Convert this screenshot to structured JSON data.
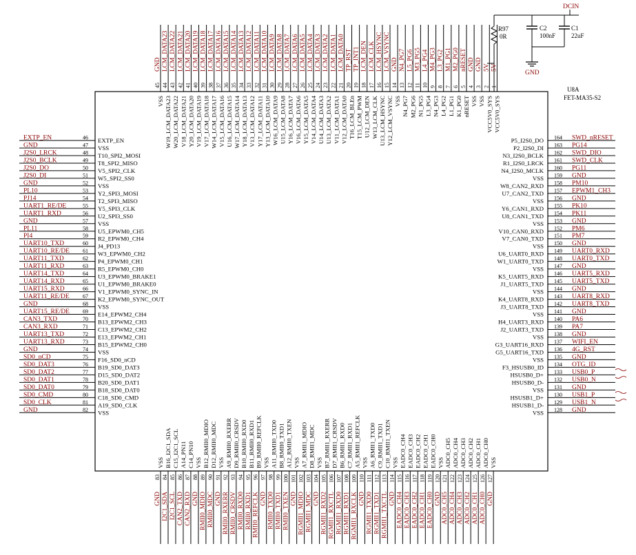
{
  "component": {
    "ref": "U8A",
    "part": "FET-MA35-S2"
  },
  "power": {
    "dcin_label": "DCIN",
    "r97_ref": "R97",
    "r97_val": "0R",
    "c2_ref": "C2",
    "c2_val": "100nF",
    "c1_ref": "C1",
    "c1_val": "22uF",
    "gnd_label": "GND"
  },
  "left_pins": [
    {
      "num": "46",
      "name": "EXTP_EN",
      "net": "EXTP_EN"
    },
    {
      "num": "47",
      "name": "VSS",
      "net": "GND"
    },
    {
      "num": "48",
      "name": "T10_SPI2_MOSI",
      "net": "J2S0_LRCK"
    },
    {
      "num": "49",
      "name": "T8_SPI2_MISO",
      "net": "J2S0_BCLK"
    },
    {
      "num": "50",
      "name": "V5_SPI2_CLK",
      "net": "J2S0_DO"
    },
    {
      "num": "51",
      "name": "W5_SPI2_SS0",
      "net": "J2S0_DI"
    },
    {
      "num": "52",
      "name": "VSS",
      "net": "GND"
    },
    {
      "num": "53",
      "name": "Y2_SPI3_MOSI",
      "net": "PL10"
    },
    {
      "num": "54",
      "name": "T2_SPI3_MISO",
      "net": "PJ14"
    },
    {
      "num": "55",
      "name": "Y5_SPI3_CLK",
      "net": "UART1_RE/DE"
    },
    {
      "num": "56",
      "name": "U2_SPI3_SS0",
      "net": "UART1_RXD"
    },
    {
      "num": "57",
      "name": "VSS",
      "net": "GND"
    },
    {
      "num": "58",
      "name": "U5_EPWM0_CH5",
      "net": "PL11"
    },
    {
      "num": "59",
      "name": "R2_EPWM0_CH4",
      "net": "PI4"
    },
    {
      "num": "60",
      "name": "J4_PD13",
      "net": "UART10_TXD"
    },
    {
      "num": "61",
      "name": "W3_EPWM0_CH2",
      "net": "UART10_RE/DE"
    },
    {
      "num": "62",
      "name": "P4_EPWM0_CH1",
      "net": "UART11_TXD"
    },
    {
      "num": "63",
      "name": "R5_EPWM0_CH0",
      "net": "UART11_RXD"
    },
    {
      "num": "64",
      "name": "U3_EPWM0_BRAKE1",
      "net": "UART14_TXD"
    },
    {
      "num": "65",
      "name": "U1_EPWM0_BRAKE0",
      "net": "UART14_RXD"
    },
    {
      "num": "66",
      "name": "V1_EPWM0_SYNC_IN",
      "net": "UART15_RXD"
    },
    {
      "num": "67",
      "name": "K2_EPWM0_SYNC_OUT",
      "net": "UART11_RE/DE"
    },
    {
      "num": "68",
      "name": "VSS",
      "net": "GND"
    },
    {
      "num": "69",
      "name": "E14_EPWM2_CH4",
      "net": "UART15_RE/DE"
    },
    {
      "num": "70",
      "name": "B13_EPWM2_CH3",
      "net": "CAN3_TXD"
    },
    {
      "num": "71",
      "name": "C13_EPWM2_CH2",
      "net": "CAN3_RXD"
    },
    {
      "num": "72",
      "name": "E13_EPWM2_CH1",
      "net": "UART13_TXD"
    },
    {
      "num": "73",
      "name": "B15_EPWM2_CH0",
      "net": "UART13_RXD"
    },
    {
      "num": "74",
      "name": "VSS",
      "net": "GND"
    },
    {
      "num": "75",
      "name": "F16_SD0_nCD",
      "net": "SD0_nCD"
    },
    {
      "num": "76",
      "name": "B19_SD0_DAT3",
      "net": "SD0_DAT3"
    },
    {
      "num": "77",
      "name": "D15_SD0_DAT2",
      "net": "SD0_DAT2"
    },
    {
      "num": "78",
      "name": "B20_SD0_DAT1",
      "net": "SD0_DAT1"
    },
    {
      "num": "79",
      "name": "B18_SD0_DAT0",
      "net": "SD0_DAT0"
    },
    {
      "num": "80",
      "name": "C18_SD0_CMD",
      "net": "SD0_CMD"
    },
    {
      "num": "81",
      "name": "A19_SD0_CLK",
      "net": "SD0_CLK"
    },
    {
      "num": "82",
      "name": "VSS",
      "net": "GND"
    }
  ],
  "right_pins": [
    {
      "num": "164",
      "name": "P5_I2S0_DO",
      "net": "SWD_nRESET"
    },
    {
      "num": "163",
      "name": "P2_I2S0_DI",
      "net": "PG14"
    },
    {
      "num": "162",
      "name": "N3_I2S0_BCLK",
      "net": "SWD_DIO"
    },
    {
      "num": "161",
      "name": "R1_I2S0_LRCK",
      "net": "SWD_CLK"
    },
    {
      "num": "160",
      "name": "N4_I2S0_MCLK",
      "net": "PG11"
    },
    {
      "num": "159",
      "name": "VSS",
      "net": "GND"
    },
    {
      "num": "158",
      "name": "W8_CAN2_RXD",
      "net": "PM10"
    },
    {
      "num": "157",
      "name": "U7_CAN2_TXD",
      "net": "EPWM1_CH3"
    },
    {
      "num": "156",
      "name": "VSS",
      "net": "GND"
    },
    {
      "num": "155",
      "name": "Y6_CAN1_RXD",
      "net": "PK10"
    },
    {
      "num": "154",
      "name": "U8_CAN1_TXD",
      "net": "PK11"
    },
    {
      "num": "153",
      "name": "VSS",
      "net": "GND"
    },
    {
      "num": "152",
      "name": "V10_CAN0_RXD",
      "net": "PM6"
    },
    {
      "num": "151",
      "name": "V7_CAN0_TXD",
      "net": "PM7"
    },
    {
      "num": "150",
      "name": "VSS",
      "net": "GND"
    },
    {
      "num": "149",
      "name": "U6_UART0_RXD",
      "net": "UART0_RXD"
    },
    {
      "num": "148",
      "name": "W1_UART0_TXD",
      "net": "UART0_TXD"
    },
    {
      "num": "147",
      "name": "VSS",
      "net": "GND"
    },
    {
      "num": "146",
      "name": "K5_UART5_RXD",
      "net": "UART5_RXD"
    },
    {
      "num": "145",
      "name": "J1_UART5_TXD",
      "net": "UART5_TXD"
    },
    {
      "num": "144",
      "name": "VSS",
      "net": "GND"
    },
    {
      "num": "143",
      "name": "K4_UART8_RXD",
      "net": "UART8_RXD"
    },
    {
      "num": "142",
      "name": "J3_UART8_TXD",
      "net": "UART8_TXD"
    },
    {
      "num": "141",
      "name": "VSS",
      "net": "GND"
    },
    {
      "num": "140",
      "name": "H4_UART3_RXD",
      "net": "PA6"
    },
    {
      "num": "139",
      "name": "J2_UART3_TXD",
      "net": "PA7"
    },
    {
      "num": "138",
      "name": "VSS",
      "net": "GND"
    },
    {
      "num": "137",
      "name": "G3_UART16_RXD",
      "net": "WIFI_EN"
    },
    {
      "num": "136",
      "name": "G5_UART16_TXD",
      "net": "4G_RST"
    },
    {
      "num": "135",
      "name": "VSS",
      "net": "GND"
    },
    {
      "num": "134",
      "name": "F3_HSUSB0_ID",
      "net": "OTG_ID"
    },
    {
      "num": "133",
      "name": "HSUSB0_D+",
      "net": "USB0_P"
    },
    {
      "num": "132",
      "name": "HSUSB0_D-",
      "net": "USB0_N"
    },
    {
      "num": "131",
      "name": "VSS",
      "net": "GND"
    },
    {
      "num": "130",
      "name": "HSUSB1_D+",
      "net": "USB1_P"
    },
    {
      "num": "129",
      "name": "HSUSB1_D-",
      "net": "USB1_N"
    },
    {
      "num": "128",
      "name": "VSS",
      "net": "GND"
    }
  ],
  "top_pins": [
    {
      "num": "45",
      "name": "VSS",
      "net": "GND"
    },
    {
      "num": "44",
      "name": "W19_LCM_DATA23",
      "net": "LCM_DATA23"
    },
    {
      "num": "43",
      "name": "W20_LCM_DATA22",
      "net": "LCM_DATA22"
    },
    {
      "num": "42",
      "name": "V18_LCM_DATA21",
      "net": "LCM_DATA21"
    },
    {
      "num": "41",
      "name": "Y20_LCM_DATA20",
      "net": "LCM_DATA20"
    },
    {
      "num": "40",
      "name": "V19_LCM_DATA19",
      "net": "LCM_DATA19"
    },
    {
      "num": "39",
      "name": "V17_LCM_DATA18",
      "net": "LCM_DATA18"
    },
    {
      "num": "38",
      "name": "W14_LCM_DATA17",
      "net": "LCM_DATA17"
    },
    {
      "num": "37",
      "name": "V15_LCM_DATA16",
      "net": "LCM_DATA16"
    },
    {
      "num": "36",
      "name": "U16_LCM_DATA15",
      "net": "LCM_DATA15"
    },
    {
      "num": "35",
      "name": "W17_LCM_DATA14",
      "net": "LCM_DATA14"
    },
    {
      "num": "34",
      "name": "Y18_LCM_DATA13",
      "net": "LCM_DATA13"
    },
    {
      "num": "33",
      "name": "V13_LCM_DATA12",
      "net": "LCM_DATA12"
    },
    {
      "num": "32",
      "name": "Y17_LCM_DATA11",
      "net": "LCM_DATA11"
    },
    {
      "num": "31",
      "name": "Y13_LCM_DATA10",
      "net": "LCM_DATA10"
    },
    {
      "num": "30",
      "name": "W16_LCM_DATA9",
      "net": "LCM_DATA9"
    },
    {
      "num": "29",
      "name": "U15_LCM_DATA8",
      "net": "LCM_DATA8"
    },
    {
      "num": "28",
      "name": "Y16_LCM_DATA7",
      "net": "LCM_DATA7"
    },
    {
      "num": "27",
      "name": "V16_LCM_DATA6",
      "net": "LCM_DATA6"
    },
    {
      "num": "26",
      "name": "Y15_LCM_DATA5",
      "net": "LCM_DATA5"
    },
    {
      "num": "25",
      "name": "V14_LCM_DATA4",
      "net": "LCM_DATA4"
    },
    {
      "num": "24",
      "name": "U14_LCM_DATA3",
      "net": "LCM_DATA3"
    },
    {
      "num": "23",
      "name": "U13_LCM_DATA2",
      "net": "LCM_DATA2"
    },
    {
      "num": "22",
      "name": "V11_LCM_DATA1",
      "net": "LCM_DATA1"
    },
    {
      "num": "21",
      "name": "V12_LCM_DATA0",
      "net": "LCM_DATA0"
    },
    {
      "num": "20",
      "name": "T16_LCM_BLEn",
      "net": "TP_RST"
    },
    {
      "num": "19",
      "name": "T15_LCM_PWM",
      "net": "TP_INT1"
    },
    {
      "num": "18",
      "name": "U12_LCM_DEN",
      "net": "LCM_DEN"
    },
    {
      "num": "17",
      "name": "W13_LCM_CLK",
      "net": "LCM_CLK"
    },
    {
      "num": "16",
      "name": "U13_LCM_HSYNC",
      "net": "LCM_HSYNC"
    },
    {
      "num": "15",
      "name": "Y12_LCM_VSYNC",
      "net": "LCM_VSYNC"
    },
    {
      "num": "14",
      "name": "VSS",
      "net": "GND"
    },
    {
      "num": "13",
      "name": "N4_PG7",
      "net": "N4_PG7"
    },
    {
      "num": "12",
      "name": "M2_PG6",
      "net": "L5_PG6"
    },
    {
      "num": "11",
      "name": "N1_PG5",
      "net": "M3_PG5"
    },
    {
      "num": "10",
      "name": "L3_PG4",
      "net": "L4_PG4"
    },
    {
      "num": "9",
      "name": "N4_PG3",
      "net": "M4_PG3"
    },
    {
      "num": "8",
      "name": "L4_PG2",
      "net": "L3_PG2"
    },
    {
      "num": "7",
      "name": "L1_PG1",
      "net": "M1_PG1"
    },
    {
      "num": "6",
      "name": "K1_PG0",
      "net": "M2_PG0"
    },
    {
      "num": "5",
      "name": "nRESET",
      "net": "nRESET"
    },
    {
      "num": "4",
      "name": "VSS",
      "net": "GND"
    },
    {
      "num": "3",
      "name": "VSS",
      "net": "GND"
    },
    {
      "num": "2",
      "name": "VCC5V0_SYS",
      "net": "5V"
    },
    {
      "num": "1",
      "name": "VCC5V0_SYS",
      "net": "5V"
    }
  ],
  "bottom_pins": [
    {
      "num": "83",
      "name": "VSS",
      "net": "GND"
    },
    {
      "num": "84",
      "name": "B16_I2C1_SDA",
      "net": "I2C1_SDA"
    },
    {
      "num": "85",
      "name": "C15_I2C1_SCL",
      "net": "I2C1_SCL"
    },
    {
      "num": "86",
      "name": "A14_PN11",
      "net": "CAN2_TXD"
    },
    {
      "num": "87",
      "name": "C14_PN10",
      "net": "CAN2_RXD"
    },
    {
      "num": "88",
      "name": "VSS",
      "net": "GND"
    },
    {
      "num": "89",
      "name": "B12_RMII0_MDIO",
      "net": "RMII0_MDIO"
    },
    {
      "num": "90",
      "name": "D12_RMII0_MDC",
      "net": "RMII0_MDC"
    },
    {
      "num": "91",
      "name": "VSS",
      "net": "GND"
    },
    {
      "num": "92",
      "name": "A9_RMII0_RXERR",
      "net": "RMII0_RXERR"
    },
    {
      "num": "93",
      "name": "D9_RMII0_CRSDV",
      "net": "RMII0_CRSDV"
    },
    {
      "num": "94",
      "name": "B10_RMII0_RXD0",
      "net": "RMII0_RXD0"
    },
    {
      "num": "95",
      "name": "B11_RMII0_RXD1",
      "net": "RMII0_RXD1"
    },
    {
      "num": "96",
      "name": "B9_RMII0_REFCLK",
      "net": "RMII0_REFCLK"
    },
    {
      "num": "97",
      "name": "VSS",
      "net": "GND"
    },
    {
      "num": "98",
      "name": "A11_RMII0_TXD0",
      "net": "RMII0_TXD0"
    },
    {
      "num": "99",
      "name": "B8_RMII0_TXD1",
      "net": "RMII0_TXD1"
    },
    {
      "num": "100",
      "name": "A12_RMII0_TXEN",
      "net": "RMII0_TXEN"
    },
    {
      "num": "101",
      "name": "VSS",
      "net": "GND"
    },
    {
      "num": "102",
      "name": "A7_RMII1_MDIO",
      "net": "RGMII1_MDIO"
    },
    {
      "num": "103",
      "name": "D8_RMII1_MDC",
      "net": "RGMII1_MDC"
    },
    {
      "num": "104",
      "name": "VSS",
      "net": "GND"
    },
    {
      "num": "105",
      "name": "B7_RMII1_RXERR",
      "net": "RGMII1_RXD2"
    },
    {
      "num": "106",
      "name": "D7_RMII1_CRSDV",
      "net": "RGMII1_RXCTL"
    },
    {
      "num": "107",
      "name": "B6_RMII1_RXD0",
      "net": "RGMII1_RXD0"
    },
    {
      "num": "108",
      "name": "C7_RMII1_RXD1",
      "net": "RGMII1_RXD1"
    },
    {
      "num": "109",
      "name": "A5_RMII1_REFCLK",
      "net": "RGMII1_RXCLK"
    },
    {
      "num": "110",
      "name": "VSS",
      "net": "GND"
    },
    {
      "num": "111",
      "name": "A6_RMII1_TXD0",
      "net": "RGMII1_TXD0"
    },
    {
      "num": "112",
      "name": "C9_RMII1_TXD1",
      "net": "RGMII1_TXD1"
    },
    {
      "num": "113",
      "name": "C10_RMII1_TXEN",
      "net": "RGMII1_TXCTL"
    },
    {
      "num": "114",
      "name": "VSS",
      "net": "GND"
    },
    {
      "num": "115",
      "name": "EADC0_CH4",
      "net": "EADC0_CH4"
    },
    {
      "num": "116",
      "name": "EADC0_CH3",
      "net": "EADC0_CH3"
    },
    {
      "num": "117",
      "name": "EADC0_CH2",
      "net": "EADC0_CH2"
    },
    {
      "num": "118",
      "name": "EADC0_CH1",
      "net": "EADC0_CH1"
    },
    {
      "num": "119",
      "name": "EADC0_CH0",
      "net": "EADC0_CH0"
    },
    {
      "num": "120",
      "name": "VSS",
      "net": "GND"
    },
    {
      "num": "121",
      "name": "ADC0_CH5",
      "net": "ADC0_CH5"
    },
    {
      "num": "122",
      "name": "ADC0_CH4",
      "net": "ADC0_CH4"
    },
    {
      "num": "123",
      "name": "ADC0_CH3",
      "net": "ADC0_CH3"
    },
    {
      "num": "124",
      "name": "ADC0_CH2",
      "net": "ADC0_CH2"
    },
    {
      "num": "125",
      "name": "ADC0_CH1",
      "net": "ADC0_CH1"
    },
    {
      "num": "126",
      "name": "ADC0_CH0",
      "net": "ADC0_CH0"
    },
    {
      "num": "127",
      "name": "VSS",
      "net": "GND"
    }
  ]
}
